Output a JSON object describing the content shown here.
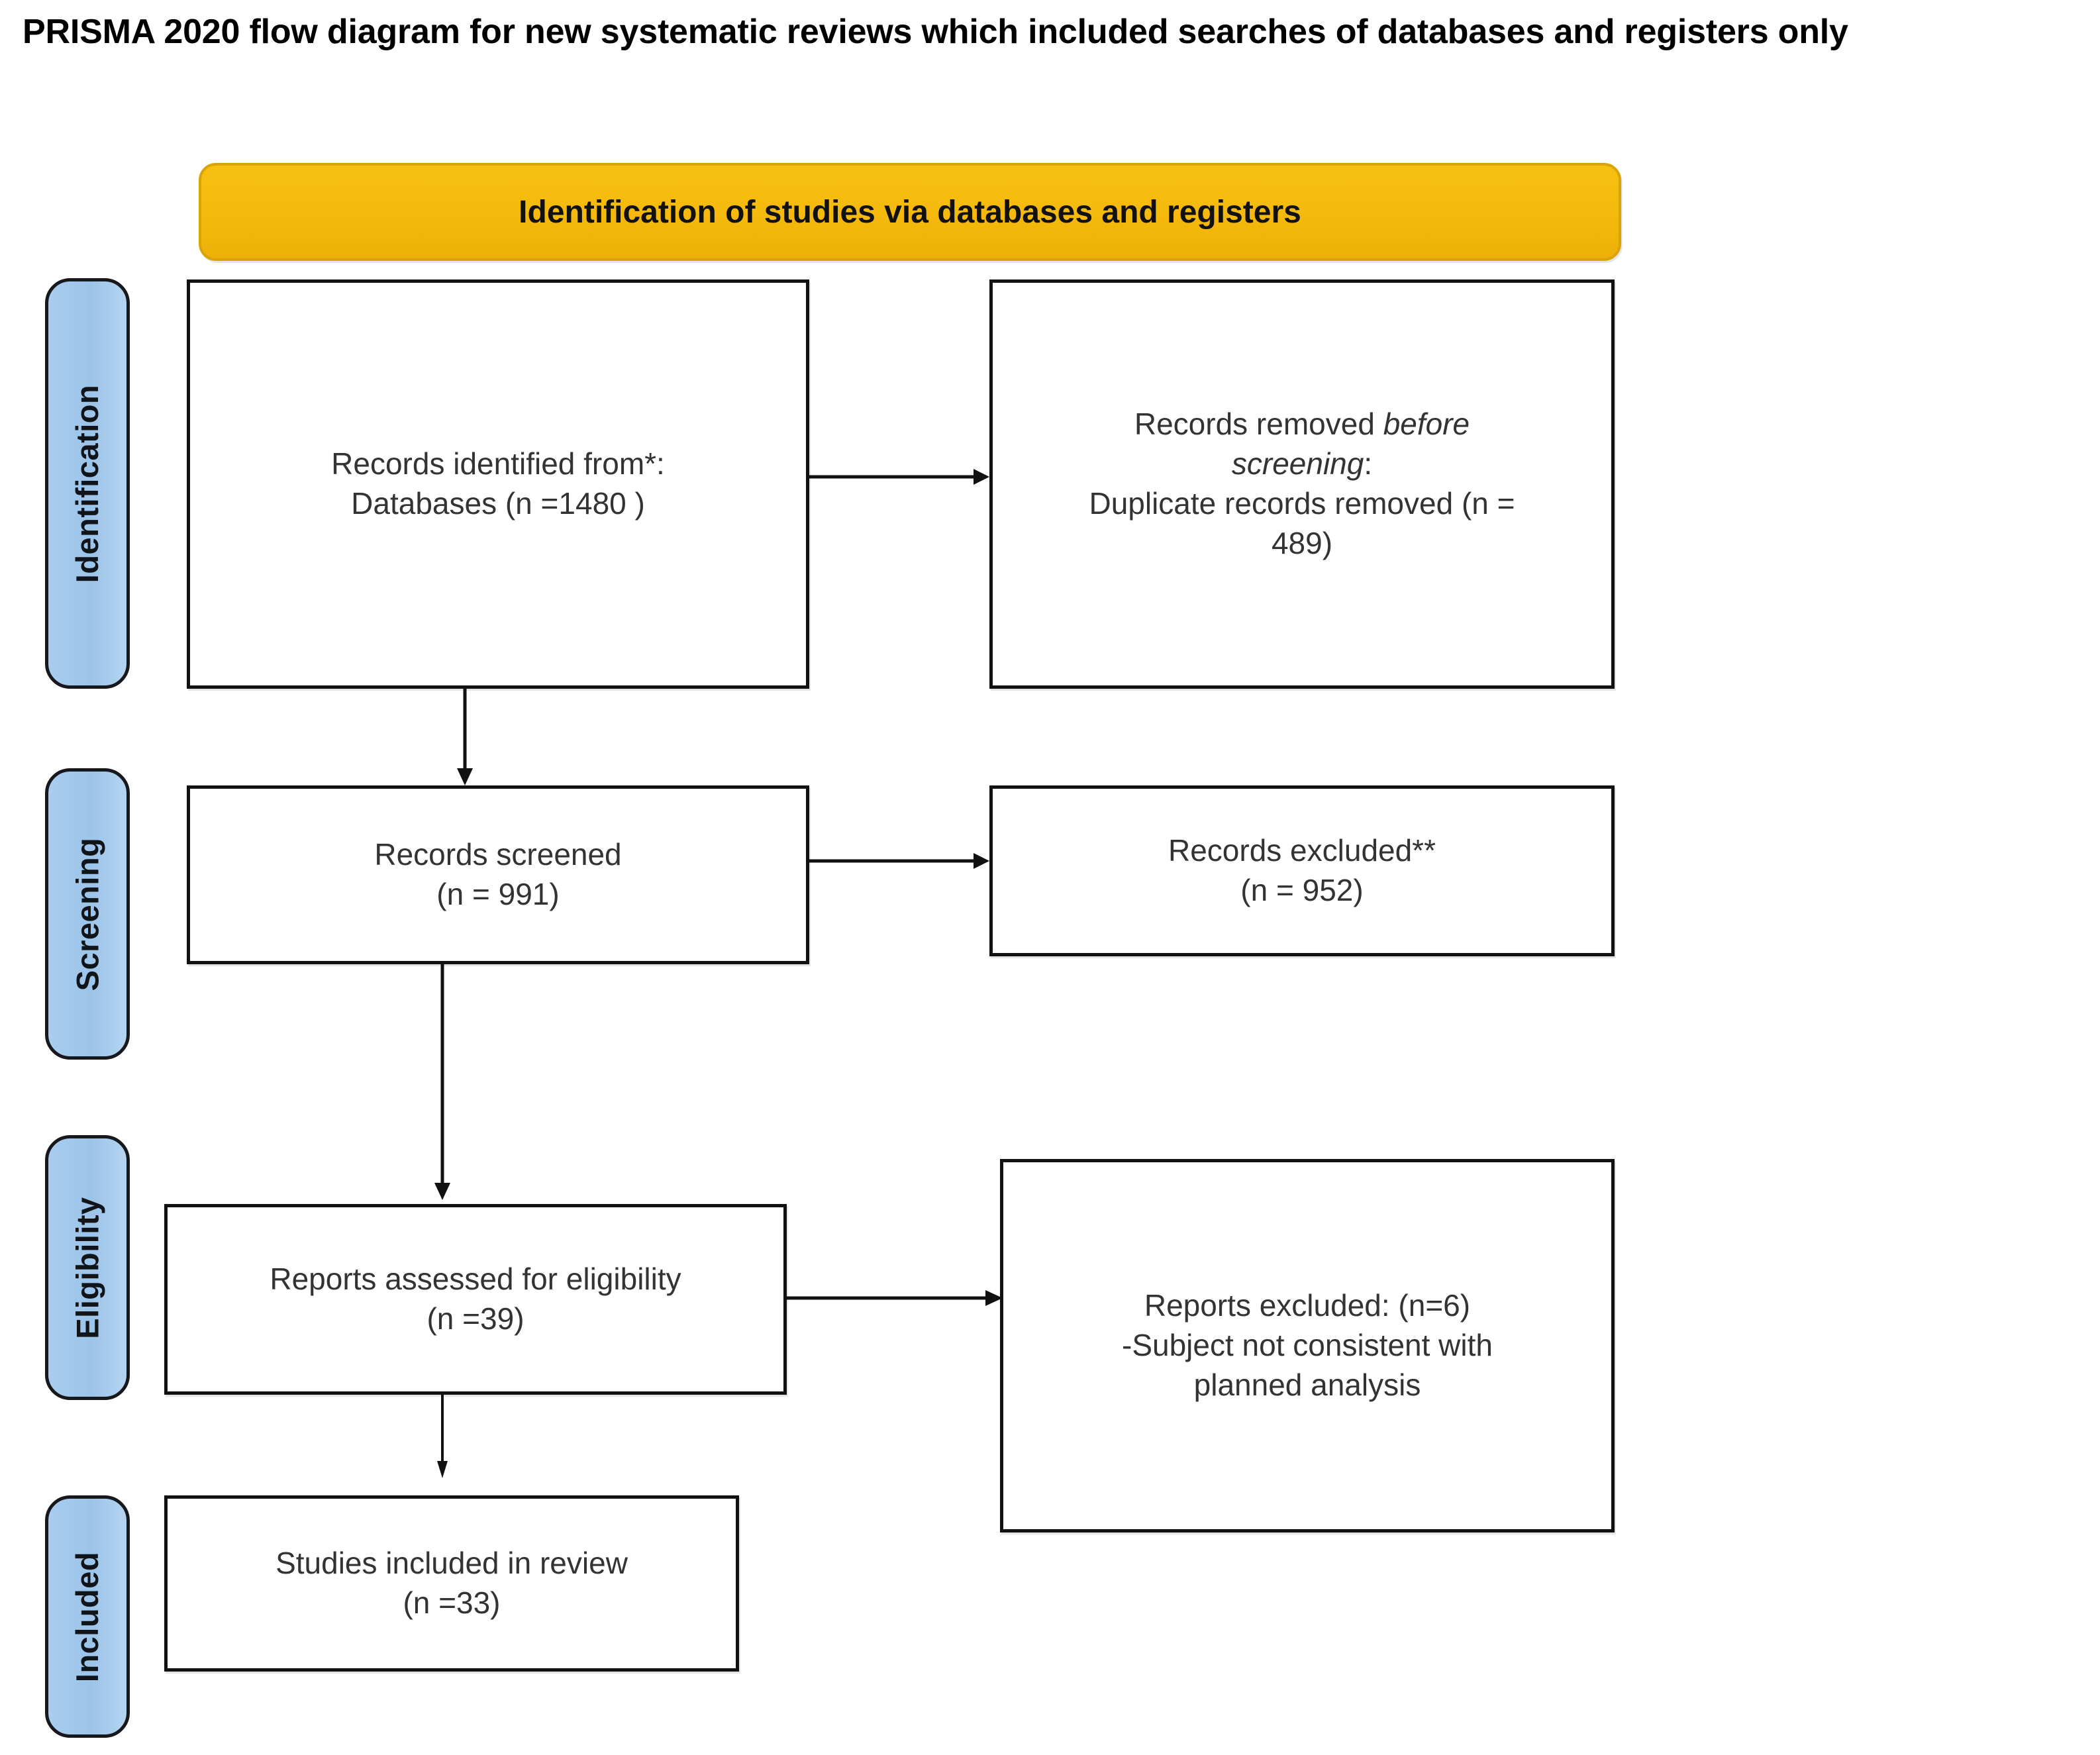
{
  "title": "PRISMA 2020 flow diagram for new systematic reviews which included searches of databases and registers only",
  "colors": {
    "header_bar": "#F5B90D",
    "header_bar_border": "#D9A407",
    "stage_pill": "#9FC6EA",
    "stage_pill_border": "#16181C",
    "box_border": "#111111",
    "box_fill": "#FFFFFF",
    "text": "#333333"
  },
  "header": {
    "label": "Identification of studies via databases and registers"
  },
  "stages": [
    {
      "id": "identification",
      "label": "Identification"
    },
    {
      "id": "screening",
      "label": "Screening"
    },
    {
      "id": "eligibility",
      "label": "Eligibility"
    },
    {
      "id": "included",
      "label": "Included"
    }
  ],
  "boxes": {
    "records_identified": {
      "line1": "Records identified from*:",
      "line2": "Databases (n =1480 )"
    },
    "records_removed": {
      "line1_a": "Records removed ",
      "line1_b": "before",
      "line2_a": "screening",
      "line2_b": ":",
      "line3": "Duplicate records removed  (n =",
      "line4": "489)"
    },
    "records_screened": {
      "line1": "Records screened",
      "line2": "(n = 991)"
    },
    "records_excluded": {
      "line1": "Records excluded**",
      "line2": "(n = 952)"
    },
    "reports_assessed": {
      "line1": "Reports assessed for eligibility",
      "line2": "(n =39)"
    },
    "reports_excluded": {
      "line1": "Reports excluded: (n=6)",
      "line2": "-Subject not consistent with",
      "line3": "planned analysis"
    },
    "studies_included": {
      "line1": "Studies included in review",
      "line2": "(n =33)"
    }
  },
  "chart_data": {
    "type": "diagram",
    "title": "PRISMA 2020 flow diagram for new systematic reviews which included searches of databases and registers only",
    "nodes": [
      {
        "id": "records_identified",
        "stage": "Identification",
        "label": "Records identified from*: Databases",
        "n": 1480
      },
      {
        "id": "records_removed",
        "stage": "Identification",
        "label": "Records removed before screening: Duplicate records removed",
        "n": 489
      },
      {
        "id": "records_screened",
        "stage": "Screening",
        "label": "Records screened",
        "n": 991
      },
      {
        "id": "records_excluded",
        "stage": "Screening",
        "label": "Records excluded**",
        "n": 952
      },
      {
        "id": "reports_assessed",
        "stage": "Eligibility",
        "label": "Reports assessed for eligibility",
        "n": 39
      },
      {
        "id": "reports_excluded",
        "stage": "Eligibility",
        "label": "Reports excluded: -Subject not consistent with planned analysis",
        "n": 6
      },
      {
        "id": "studies_included",
        "stage": "Included",
        "label": "Studies included in review",
        "n": 33
      }
    ],
    "edges": [
      {
        "from": "records_identified",
        "to": "records_removed",
        "direction": "right"
      },
      {
        "from": "records_identified",
        "to": "records_screened",
        "direction": "down"
      },
      {
        "from": "records_screened",
        "to": "records_excluded",
        "direction": "right"
      },
      {
        "from": "records_screened",
        "to": "reports_assessed",
        "direction": "down"
      },
      {
        "from": "reports_assessed",
        "to": "reports_excluded",
        "direction": "right"
      },
      {
        "from": "reports_assessed",
        "to": "studies_included",
        "direction": "down"
      }
    ]
  }
}
